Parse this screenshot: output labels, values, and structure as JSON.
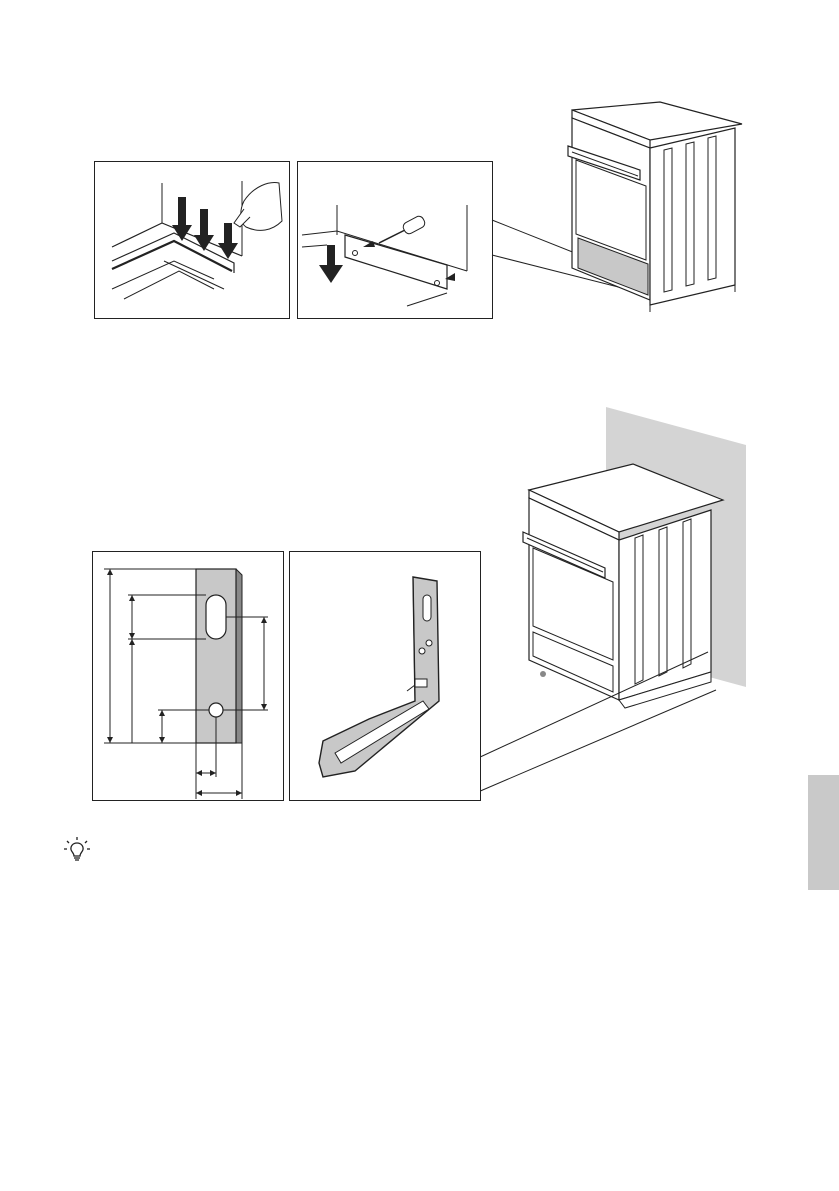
{
  "page": {
    "figures": [
      {
        "id": "plinth-detail-clips",
        "icon": "arrows-pressing-panel-icon"
      },
      {
        "id": "plinth-detail-screws",
        "icon": "screwdriver-icon"
      },
      {
        "id": "cooker-with-plinth",
        "icon": "cooker-icon"
      },
      {
        "id": "bracket-dimensions",
        "icon": "bracket-dimension-icon"
      },
      {
        "id": "anti-tilt-bracket",
        "icon": "bracket-icon"
      },
      {
        "id": "cooker-against-wall",
        "icon": "cooker-wall-icon"
      }
    ],
    "tip": {
      "icon": "lightbulb-icon"
    },
    "side_tab": {
      "color": "#c9c9c9"
    },
    "colors": {
      "line": "#222222",
      "highlight_gray": "#c8c8c8",
      "wall_gray": "#d4d4d4"
    }
  }
}
